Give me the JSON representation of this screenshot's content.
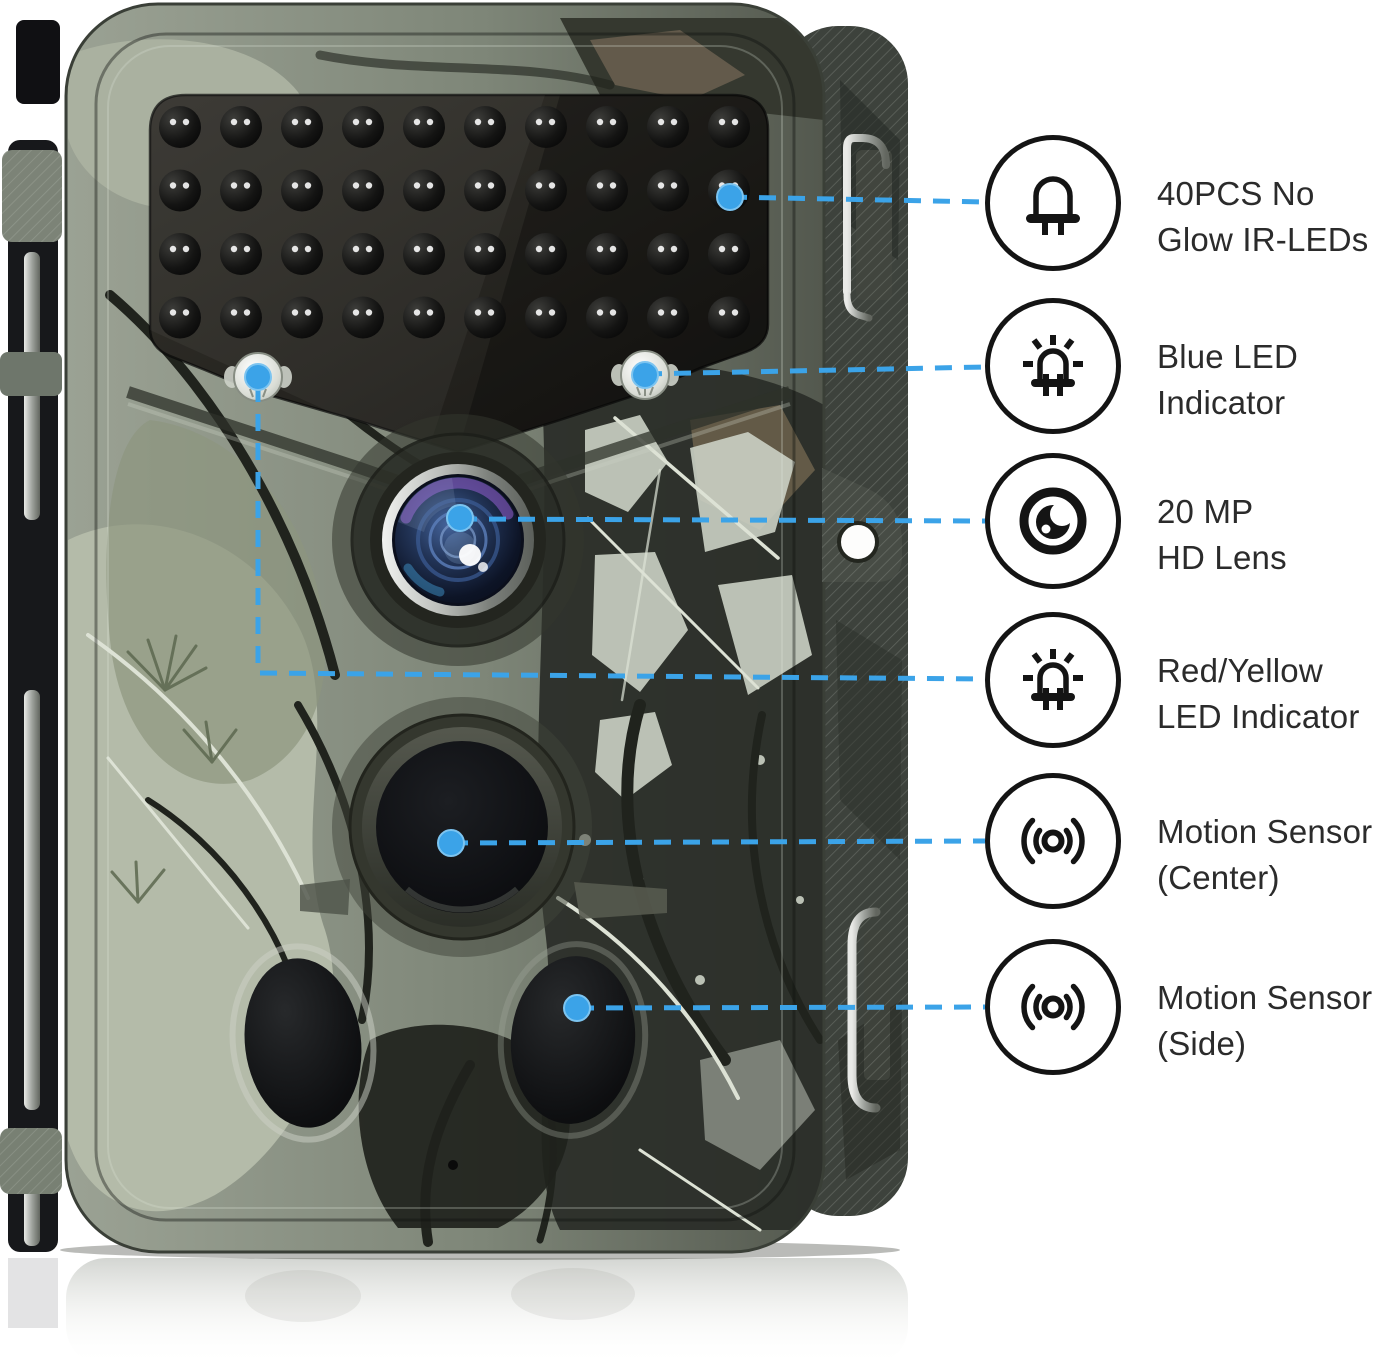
{
  "figure": {
    "subject": "Trail camera front view with camouflage housing",
    "style": "product feature callout diagram on white background"
  },
  "colors": {
    "accent_blue": "#3ba3e8",
    "callout_icon": "#141414",
    "label_text": "#2b2b2b"
  },
  "camera": {
    "ir_led_grid": {
      "rows": 4,
      "cols": 10,
      "total_leds": 40
    },
    "features": [
      "ir-led-panel",
      "blue-led-indicator",
      "red-yellow-led-indicator",
      "hd-lens",
      "motion-sensor-center",
      "motion-sensor-side-left",
      "motion-sensor-side-right",
      "left-hinge",
      "top-latch",
      "bottom-latch",
      "mounting-tab"
    ]
  },
  "annotation": {
    "line_style": "dashed",
    "callouts": [
      {
        "icon": "led-icon",
        "label_line1": "40PCS No",
        "label_line2": "Glow IR-LEDs"
      },
      {
        "icon": "flashing-led-icon",
        "label_line1": "Blue LED",
        "label_line2": "Indicator"
      },
      {
        "icon": "eye-lens-icon",
        "label_line1": "20 MP",
        "label_line2": "HD Lens"
      },
      {
        "icon": "flashing-led-icon",
        "label_line1": "Red/Yellow",
        "label_line2": "LED Indicator"
      },
      {
        "icon": "motion-sensor-icon",
        "label_line1": "Motion Sensor",
        "label_line2": "(Center)"
      },
      {
        "icon": "motion-sensor-icon",
        "label_line1": "Motion Sensor",
        "label_line2": "(Side)"
      }
    ]
  }
}
